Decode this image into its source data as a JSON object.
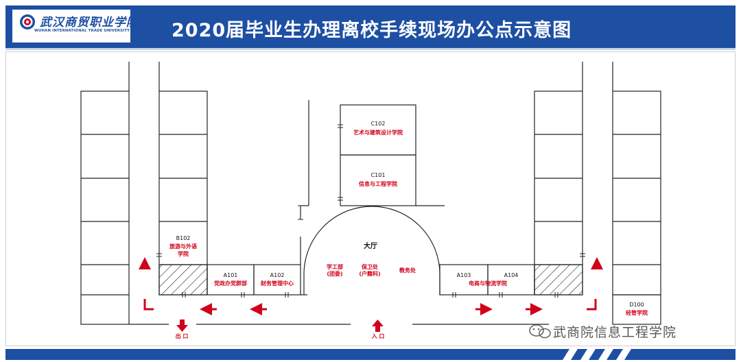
{
  "header": {
    "title": "2020届毕业生办理离校手续现场办公点示意图",
    "logo_cn": "武汉商贸职业学院",
    "logo_en": "WUHAN INTERNATIONAL TRADE UNIVERSITY"
  },
  "rooms": {
    "c102": {
      "code": "C102",
      "name": "艺术与建筑设计学院"
    },
    "c101": {
      "code": "C101",
      "name": "信息与工程学院"
    },
    "b102": {
      "code": "B102",
      "name1": "旅游与外语",
      "name2": "学院"
    },
    "a101": {
      "code": "A101",
      "name": "党政办党群部"
    },
    "a102": {
      "code": "A102",
      "name": "财务管理中心"
    },
    "a103": {
      "code": "A103",
      "name": ""
    },
    "a104": {
      "code": "A104",
      "name": "电商与物流学院"
    },
    "d100": {
      "code": "D100",
      "name": "经管学院"
    }
  },
  "hall": {
    "title": "大厅",
    "office1_line1": "学工部",
    "office1_line2": "(团委)",
    "office2_line1": "保卫处",
    "office2_line2": "(户籍科)",
    "office3": "教务处"
  },
  "exits": {
    "exit_label": "出 口",
    "entrance_label": "入 口"
  },
  "watermark": "武商院信息工程学院",
  "colors": {
    "brand_blue": "#1d4fa3",
    "route_red": "#d0021b",
    "line": "#222222"
  }
}
